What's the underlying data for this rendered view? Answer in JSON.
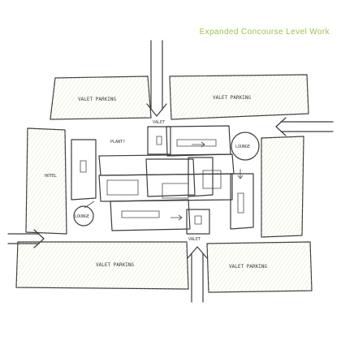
{
  "title": "Expanded Concourse Level Work",
  "labels": {
    "valet_parking_nw": "VALET PARKING",
    "valet_parking_ne": "VALET PARKING",
    "valet_parking_sw": "VALET PARKING",
    "valet_parking_se": "VALET PARKING",
    "valet_top": "VALET",
    "valet_bottom": "VALET",
    "plant": "PLANT?",
    "lounge_e": "LOUNGE",
    "lounge_w": "LOUNGE",
    "hotel": "HOTEL"
  },
  "colors": {
    "title": "#9bc44a",
    "parking_fill": "#f2f3c8",
    "concourse_yellow": "#f4ec8a",
    "concourse_orange": "#f6d09a",
    "blue": "#b9c6e4",
    "pink": "#efb8e0",
    "lounge_grey": "#9a9a9a"
  }
}
